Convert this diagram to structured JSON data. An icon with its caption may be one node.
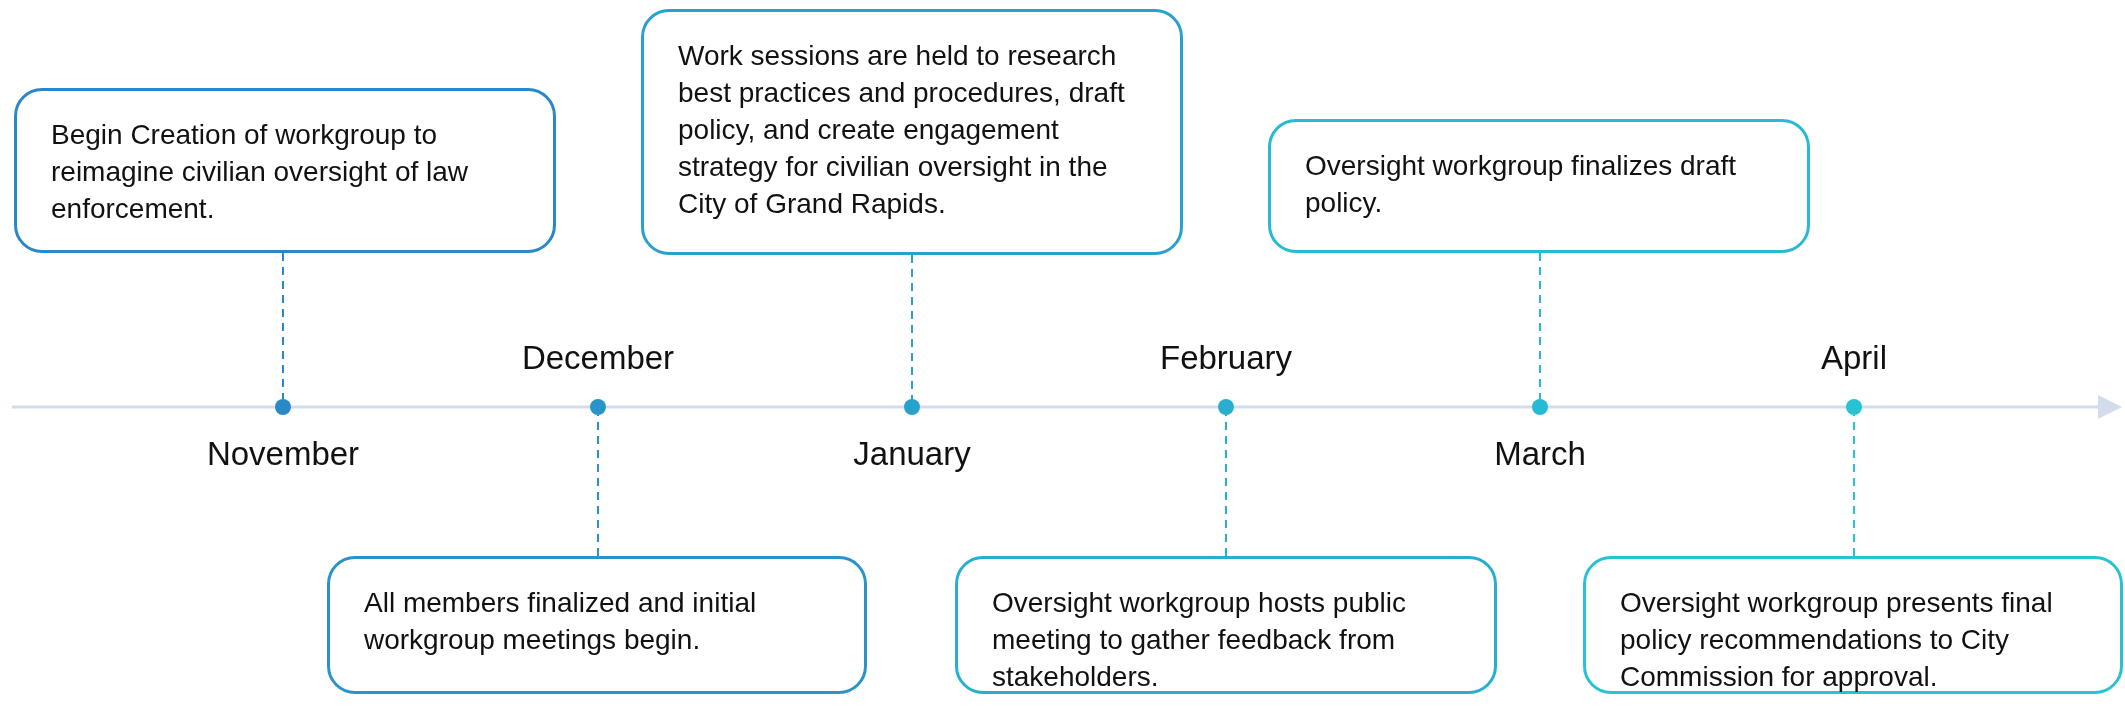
{
  "diagram": {
    "nodes": [
      {
        "text": [
          "Begin Creation of workgroup to reimagine civilian oversight of law enforcement."
        ]
      },
      {
        "text": [],
        "shape": "circle",
        "beside": [
          "November"
        ]
      },
      {
        "text": [
          "All members finalized and initial workgroup meetings begin."
        ]
      },
      {
        "text": [],
        "shape": "circle",
        "beside": [
          "December"
        ]
      },
      {
        "text": [
          "Work sessions are held to research best practices and procedures, draft policy, and create engagement strategy for civilian oversight in the City of Grand Rapids."
        ]
      },
      {
        "text": [],
        "shape": "circle",
        "beside": [
          "January"
        ]
      },
      {
        "text": [
          "Oversight workgroup hosts public meeting to gather feedback from stakeholders."
        ]
      },
      {
        "text": [],
        "shape": "circle",
        "beside": [
          "February"
        ]
      },
      {
        "text": [
          "Oversight workgroup finalizes draft policy."
        ]
      },
      {
        "text": [],
        "shape": "circle",
        "beside": [
          "March"
        ]
      },
      {
        "text": [
          "Oversight workgroup presents final policy recommendations to City Commission for approval."
        ]
      },
      {
        "text": [],
        "shape": "circle",
        "beside": [
          "April"
        ]
      }
    ],
    "edges": [
      {
        "from": 0,
        "to": 1,
        "arrow": "none",
        "style": "dashed",
        "color": "#2b88c8"
      },
      {
        "from": 2,
        "to": 3,
        "arrow": "none",
        "style": "dashed",
        "color": "#2a94ca"
      },
      {
        "from": 4,
        "to": 5,
        "arrow": "none",
        "style": "dashed",
        "color": "#29a1cd"
      },
      {
        "from": 6,
        "to": 7,
        "arrow": "none",
        "style": "dashed",
        "color": "#28afd0"
      },
      {
        "from": 8,
        "to": 9,
        "arrow": "none",
        "style": "dashed",
        "color": "#27bad2"
      },
      {
        "from": 10,
        "to": 11,
        "arrow": "none",
        "style": "dashed",
        "color": "#27c3d3"
      }
    ]
  }
}
